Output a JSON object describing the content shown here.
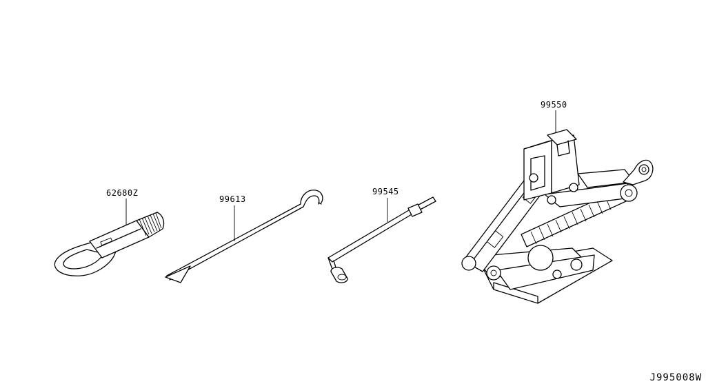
{
  "parts": [
    {
      "id": "tow-hook",
      "part_number": "62680Z"
    },
    {
      "id": "jack-handle-rod",
      "part_number": "99613"
    },
    {
      "id": "lug-wrench",
      "part_number": "99545"
    },
    {
      "id": "scissor-jack",
      "part_number": "99550"
    }
  ],
  "reference_code": "J995008W",
  "colors": {
    "line": "#000000",
    "background": "#ffffff"
  }
}
